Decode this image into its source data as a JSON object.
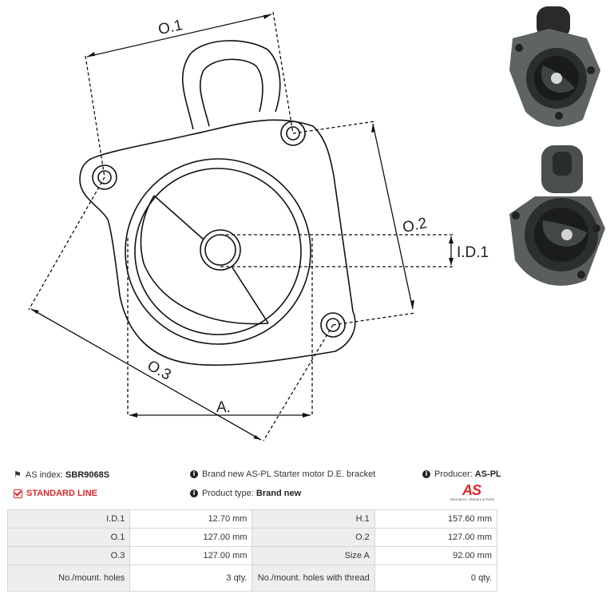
{
  "drawing": {
    "labels": {
      "o1": "O.1",
      "o2": "O.2",
      "o3": "O.3",
      "id1": "I.D.1",
      "a": "A."
    }
  },
  "photos": [
    {
      "name": "bracket-photo-top",
      "description_icon": "starter-bracket-photo"
    },
    {
      "name": "bracket-photo-bottom",
      "description_icon": "starter-bracket-photo"
    }
  ],
  "info": {
    "as_index_label": "AS index:",
    "as_index_value": "SBR9068S",
    "description": "Brand new AS-PL Starter motor D.E. bracket",
    "producer_label": "Producer:",
    "producer_value": "AS-PL",
    "line": "STANDARD LINE",
    "product_type_label": "Product type:",
    "product_type_value": "Brand new",
    "logo_text": "AS",
    "logo_subtext": "Alternators, Starters & Parts"
  },
  "specs": [
    [
      "I.D.1",
      "12.70 mm",
      "H.1",
      "157.60 mm"
    ],
    [
      "O.1",
      "127.00 mm",
      "O.2",
      "127.00 mm"
    ],
    [
      "O.3",
      "127.00 mm",
      "Size A",
      "92.00 mm"
    ],
    [
      "No./mount. holes",
      "3 qty.",
      "No./mount. holes with thread",
      "0 qty."
    ]
  ],
  "colors": {
    "accent": "#e0262a",
    "label_bg": "#eeeeee",
    "border": "#d6d6d6"
  }
}
